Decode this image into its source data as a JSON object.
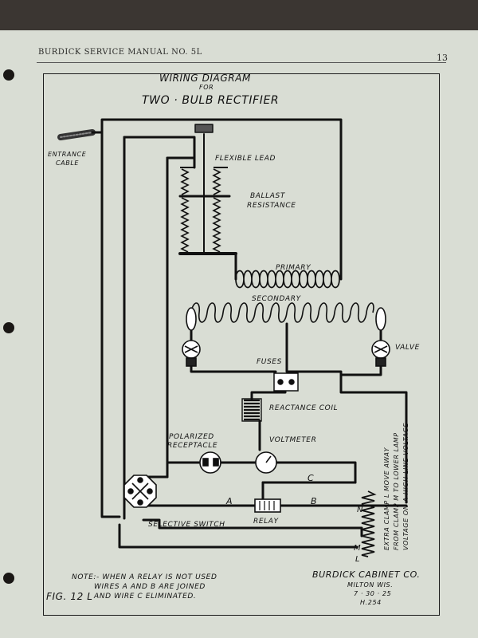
{
  "page": {
    "header": "BURDICK SERVICE MANUAL NO. 5L",
    "number": "13"
  },
  "diagram": {
    "title_line1": "WIRING  DIAGRAM",
    "title_line2": "FOR",
    "title_line3": "TWO · BULB  RECTIFIER",
    "labels": {
      "entrance_cable_1": "ENTRANCE",
      "entrance_cable_2": "CABLE",
      "flexible_lead": "FLEXIBLE LEAD",
      "ballast_1": "BALLAST",
      "ballast_2": "RESISTANCE",
      "primary": "PRIMARY",
      "secondary": "SECONDARY",
      "valve": "VALVE",
      "fuses": "FUSES",
      "reactance_coil": "REACTANCE  COIL",
      "polarized_1": "POLARIZED",
      "polarized_2": "RECEPTACLE",
      "voltmeter": "VOLTMETER",
      "wire_a": "A",
      "wire_b": "B",
      "wire_c": "C",
      "relay": "RELAY",
      "selective_switch": "SELECTIVE  SWITCH",
      "clamp_n": "N",
      "clamp_m": "M",
      "clamp_l": "L",
      "clamp_note_1": "EXTRA CLAMP L MOVE AWAY",
      "clamp_note_2": "FROM CLAMP M TO LOWER LAMP",
      "clamp_note_3": "VOLTAGE ON A HIGH LINE VOLTAGE"
    },
    "note_1": "NOTE:- WHEN A RELAY IS NOT USED",
    "note_2": "WIRES A AND B ARE JOINED",
    "note_3": "AND WIRE C ELIMINATED.",
    "company": "BURDICK CABINET CO.",
    "location": "MILTON WIS.",
    "date": "7 · 30 · 25",
    "drawing_no": "H.254",
    "figure": "FIG. 12 L"
  }
}
